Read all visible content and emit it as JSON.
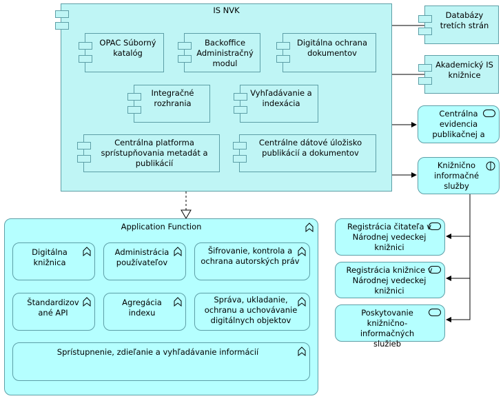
{
  "is_nvk": {
    "title": "IS NVK",
    "components": [
      "OPAC Súborný katalóg",
      "Backoffice Administračný modul",
      "Digitálna ochrana dokumentov",
      "Integračné rozhrania",
      "Vyhľadávanie a indexácia",
      "Centrálna platforma sprístupňovania metadát a publikácií",
      "Centrálne dátové úložisko publikácií a dokumentov"
    ]
  },
  "external": [
    "Databázy tretích strán",
    "Akademický IS knižnice"
  ],
  "services": {
    "evidencia": "Centrálna evidencia publikačnej a",
    "kis": "Knižnično informačné služby"
  },
  "app_function": {
    "title": "Application Function",
    "functions": [
      "Digitálna knižnica",
      "Administrácia používateľov",
      "Šifrovanie, kontrola a ochrana autorských práv",
      "Štandardizované API",
      "Agregácia indexu",
      "Správa, ukladanie, ochranu a uchovávanie digitálnych objektov",
      "Sprístupnenie, zdieľanie a vyhľadávanie informácií"
    ]
  },
  "sub_services": [
    "Registrácia čitateľa v Národnej vedeckej knižnici",
    "Registrácia knižnice v Národnej vedeckej knižnici",
    "Poskytovanie knižnično-informačných služieb"
  ]
}
